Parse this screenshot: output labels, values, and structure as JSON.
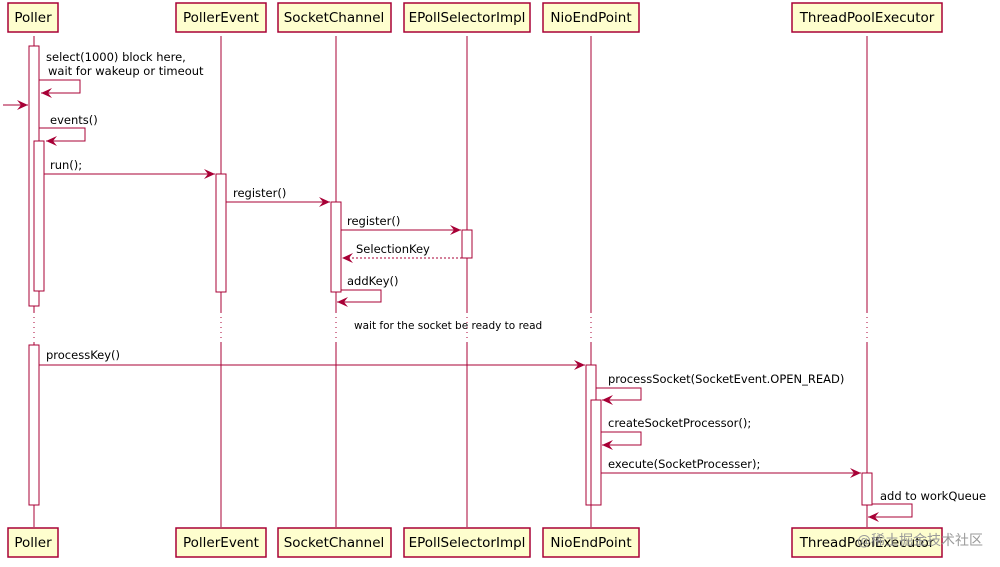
{
  "participants": [
    "Poller",
    "PollerEvent",
    "SocketChannel",
    "EPollSelectorImpl",
    "NioEndPoint",
    "ThreadPoolExecutor"
  ],
  "messages": [
    {
      "from": "Poller",
      "to": "Poller",
      "label": "select(1000) block here,\nwait for wakeup or timeout",
      "style": "solid"
    },
    {
      "from": "Poller",
      "to": "Poller",
      "label": "events()",
      "style": "solid"
    },
    {
      "from": "Poller",
      "to": "PollerEvent",
      "label": "run();",
      "style": "solid"
    },
    {
      "from": "PollerEvent",
      "to": "SocketChannel",
      "label": "register()",
      "style": "solid"
    },
    {
      "from": "SocketChannel",
      "to": "EPollSelectorImpl",
      "label": "register()",
      "style": "solid"
    },
    {
      "from": "EPollSelectorImpl",
      "to": "SocketChannel",
      "label": "SelectionKey",
      "style": "dashed"
    },
    {
      "from": "SocketChannel",
      "to": "SocketChannel",
      "label": "addKey()",
      "style": "solid"
    },
    {
      "from": "Poller",
      "to": "NioEndPoint",
      "label": "processKey()",
      "style": "solid"
    },
    {
      "from": "NioEndPoint",
      "to": "NioEndPoint",
      "label": "processSocket(SocketEvent.OPEN_READ)",
      "style": "solid"
    },
    {
      "from": "NioEndPoint",
      "to": "NioEndPoint",
      "label": "createSocketProcessor();",
      "style": "solid"
    },
    {
      "from": "NioEndPoint",
      "to": "ThreadPoolExecutor",
      "label": "execute(SocketProcesser);",
      "style": "solid"
    },
    {
      "from": "ThreadPoolExecutor",
      "to": "ThreadPoolExecutor",
      "label": "add to workQueue",
      "style": "solid"
    }
  ],
  "delay_note": "wait for the socket be ready to read",
  "watermark": "@稀土掘金技术社区",
  "colors": {
    "participant_fill": "#fefece",
    "participant_border": "#a80036",
    "arrow": "#a80036",
    "text": "#000000"
  }
}
